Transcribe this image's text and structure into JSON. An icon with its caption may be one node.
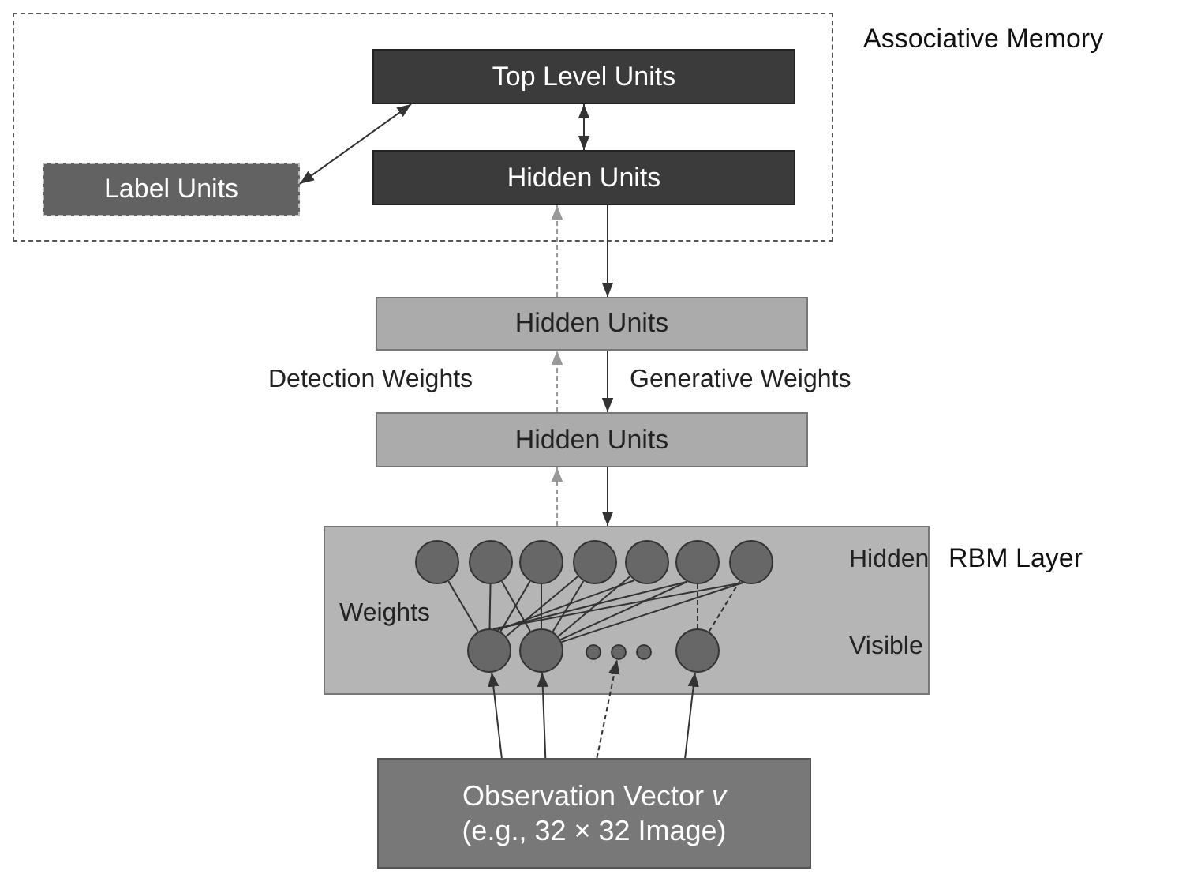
{
  "diagram": {
    "nodes": [
      {
        "text": [
          "Associative Memory"
        ]
      },
      {
        "text": [
          "Top Level Units"
        ],
        "in": 0
      },
      {
        "text": [
          "Label Units"
        ],
        "in": 0
      },
      {
        "text": [
          "Hidden Units"
        ],
        "in": 0
      },
      {
        "text": [
          "Hidden Units"
        ]
      },
      {
        "text": [
          "Hidden Units"
        ]
      },
      {
        "text": [
          "RBM Layer"
        ]
      },
      {
        "text": [],
        "shape": "circle",
        "in": 6
      },
      {
        "text": [],
        "shape": "circle",
        "in": 6
      },
      {
        "text": [],
        "shape": "circle",
        "in": 6
      },
      {
        "text": [],
        "shape": "circle",
        "in": 6
      },
      {
        "text": [],
        "shape": "circle",
        "in": 6
      },
      {
        "text": [],
        "shape": "circle",
        "in": 6
      },
      {
        "text": [],
        "shape": "circle",
        "in": 6
      },
      {
        "text": [],
        "shape": "circle",
        "in": 6
      },
      {
        "text": [],
        "shape": "circle",
        "in": 6
      },
      {
        "text": [],
        "shape": "circle",
        "in": 6
      },
      {
        "text": [],
        "shape": "circle",
        "in": 6
      },
      {
        "text": [],
        "shape": "circle",
        "in": 6
      },
      {
        "text": [],
        "shape": "circle",
        "in": 6
      },
      {
        "text": [
          "Observation Vector *v* (e.g., 32 × 32 Image)"
        ]
      }
    ],
    "edges": [
      {
        "from": 2,
        "to": 1,
        "arrow": "both"
      },
      {
        "from": 3,
        "to": 1,
        "arrow": "both"
      },
      {
        "from": 4,
        "to": 3,
        "arrow": "to",
        "style": "dashed",
        "color": "#999999"
      },
      {
        "from": 3,
        "to": 4,
        "arrow": "to"
      },
      {
        "from": 5,
        "to": 4,
        "arrow": "to",
        "style": "dashed",
        "color": "#999999"
      },
      {
        "from": 4,
        "to": 5,
        "arrow": "to"
      },
      {
        "from": 6,
        "to": 5,
        "arrow": "to",
        "style": "dashed",
        "color": "#999999"
      },
      {
        "from": 5,
        "to": 6,
        "arrow": "to"
      },
      {
        "from": 14,
        "to": 7,
        "arrow": "none"
      },
      {
        "from": 14,
        "to": 8,
        "arrow": "none"
      },
      {
        "from": 14,
        "to": 9,
        "arrow": "none"
      },
      {
        "from": 14,
        "to": 10,
        "arrow": "none"
      },
      {
        "from": 14,
        "to": 11,
        "arrow": "none"
      },
      {
        "from": 14,
        "to": 12,
        "arrow": "none"
      },
      {
        "from": 14,
        "to": 13,
        "arrow": "none"
      },
      {
        "from": 15,
        "to": 8,
        "arrow": "none"
      },
      {
        "from": 15,
        "to": 9,
        "arrow": "none"
      },
      {
        "from": 15,
        "to": 10,
        "arrow": "none"
      },
      {
        "from": 15,
        "to": 11,
        "arrow": "none"
      },
      {
        "from": 15,
        "to": 12,
        "arrow": "none"
      },
      {
        "from": 15,
        "to": 13,
        "arrow": "none"
      },
      {
        "from": 19,
        "to": 12,
        "arrow": "none",
        "style": "dashed"
      },
      {
        "from": 19,
        "to": 13,
        "arrow": "none",
        "style": "dashed"
      },
      {
        "from": 20,
        "to": 14,
        "arrow": "to"
      },
      {
        "from": 20,
        "to": 15,
        "arrow": "to"
      },
      {
        "from": 20,
        "to": 17,
        "arrow": "to",
        "style": "dashed"
      },
      {
        "from": 20,
        "to": 19,
        "arrow": "to"
      }
    ],
    "labels": [
      "Detection Weights",
      "Generative Weights",
      "Hidden",
      "Weights",
      "Visible"
    ]
  }
}
